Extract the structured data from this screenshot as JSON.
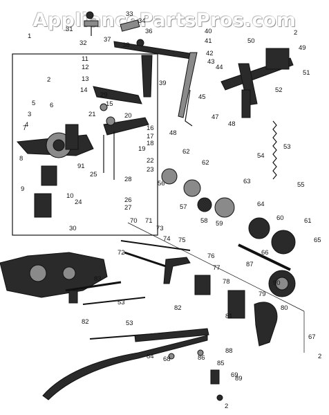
{
  "watermark": "AppliancePartsPros.com",
  "callouts": [
    {
      "id": "c1",
      "text": "1"
    },
    {
      "id": "c2a",
      "text": "2"
    },
    {
      "id": "c2b",
      "text": "2"
    },
    {
      "id": "c2c",
      "text": "2"
    },
    {
      "id": "c2d",
      "text": "2"
    },
    {
      "id": "c3",
      "text": "3"
    },
    {
      "id": "c4",
      "text": "4"
    },
    {
      "id": "c5",
      "text": "5"
    },
    {
      "id": "c6",
      "text": "6"
    },
    {
      "id": "c7",
      "text": "7"
    },
    {
      "id": "c8",
      "text": "8"
    },
    {
      "id": "c9",
      "text": "9"
    },
    {
      "id": "c10",
      "text": "10"
    },
    {
      "id": "c11",
      "text": "11"
    },
    {
      "id": "c12",
      "text": "12"
    },
    {
      "id": "c13",
      "text": "13"
    },
    {
      "id": "c14",
      "text": "14"
    },
    {
      "id": "c15",
      "text": "15"
    },
    {
      "id": "c16",
      "text": "16"
    },
    {
      "id": "c17",
      "text": "17"
    },
    {
      "id": "c18",
      "text": "18"
    },
    {
      "id": "c19",
      "text": "19"
    },
    {
      "id": "c20",
      "text": "20"
    },
    {
      "id": "c21",
      "text": "21"
    },
    {
      "id": "c22",
      "text": "22"
    },
    {
      "id": "c23",
      "text": "23"
    },
    {
      "id": "c24",
      "text": "24"
    },
    {
      "id": "c25",
      "text": "25"
    },
    {
      "id": "c26",
      "text": "26"
    },
    {
      "id": "c27",
      "text": "27"
    },
    {
      "id": "c28",
      "text": "28"
    },
    {
      "id": "c29",
      "text": "29"
    },
    {
      "id": "c30",
      "text": "30"
    },
    {
      "id": "c31",
      "text": "31"
    },
    {
      "id": "c32",
      "text": "32"
    },
    {
      "id": "c33",
      "text": "33"
    },
    {
      "id": "c34",
      "text": "34"
    },
    {
      "id": "c36",
      "text": "36"
    },
    {
      "id": "c37",
      "text": "37"
    },
    {
      "id": "c38",
      "text": "38"
    },
    {
      "id": "c39",
      "text": "39"
    },
    {
      "id": "c40",
      "text": "40"
    },
    {
      "id": "c41",
      "text": "41"
    },
    {
      "id": "c42",
      "text": "42"
    },
    {
      "id": "c43",
      "text": "43"
    },
    {
      "id": "c44",
      "text": "44"
    },
    {
      "id": "c45",
      "text": "45"
    },
    {
      "id": "c47",
      "text": "47"
    },
    {
      "id": "c48a",
      "text": "48"
    },
    {
      "id": "c48b",
      "text": "48"
    },
    {
      "id": "c49",
      "text": "49"
    },
    {
      "id": "c50",
      "text": "50"
    },
    {
      "id": "c51",
      "text": "51"
    },
    {
      "id": "c52",
      "text": "52"
    },
    {
      "id": "c53a",
      "text": "53"
    },
    {
      "id": "c53b",
      "text": "53"
    },
    {
      "id": "c53c",
      "text": "53"
    },
    {
      "id": "c54",
      "text": "54"
    },
    {
      "id": "c55",
      "text": "55"
    },
    {
      "id": "c56",
      "text": "56"
    },
    {
      "id": "c57",
      "text": "57"
    },
    {
      "id": "c58",
      "text": "58"
    },
    {
      "id": "c59",
      "text": "59"
    },
    {
      "id": "c60",
      "text": "60"
    },
    {
      "id": "c61",
      "text": "61"
    },
    {
      "id": "c62a",
      "text": "62"
    },
    {
      "id": "c62b",
      "text": "62"
    },
    {
      "id": "c63",
      "text": "63"
    },
    {
      "id": "c64",
      "text": "64"
    },
    {
      "id": "c65",
      "text": "65"
    },
    {
      "id": "c66",
      "text": "66"
    },
    {
      "id": "c67",
      "text": "67"
    },
    {
      "id": "c68",
      "text": "68"
    },
    {
      "id": "c69",
      "text": "69"
    },
    {
      "id": "c70",
      "text": "70"
    },
    {
      "id": "c71",
      "text": "71"
    },
    {
      "id": "c72",
      "text": "72"
    },
    {
      "id": "c73",
      "text": "73"
    },
    {
      "id": "c74",
      "text": "74"
    },
    {
      "id": "c75",
      "text": "75"
    },
    {
      "id": "c76",
      "text": "76"
    },
    {
      "id": "c77",
      "text": "77"
    },
    {
      "id": "c78",
      "text": "78"
    },
    {
      "id": "c79",
      "text": "79"
    },
    {
      "id": "c80",
      "text": "80"
    },
    {
      "id": "c81",
      "text": "81"
    },
    {
      "id": "c82a",
      "text": "82"
    },
    {
      "id": "c82b",
      "text": "82"
    },
    {
      "id": "c83",
      "text": "83"
    },
    {
      "id": "c84",
      "text": "84"
    },
    {
      "id": "c85",
      "text": "85"
    },
    {
      "id": "c86",
      "text": "86"
    },
    {
      "id": "c87",
      "text": "87"
    },
    {
      "id": "c88",
      "text": "88"
    },
    {
      "id": "c89",
      "text": "89"
    },
    {
      "id": "c90",
      "text": "90"
    },
    {
      "id": "c91",
      "text": "91"
    }
  ]
}
